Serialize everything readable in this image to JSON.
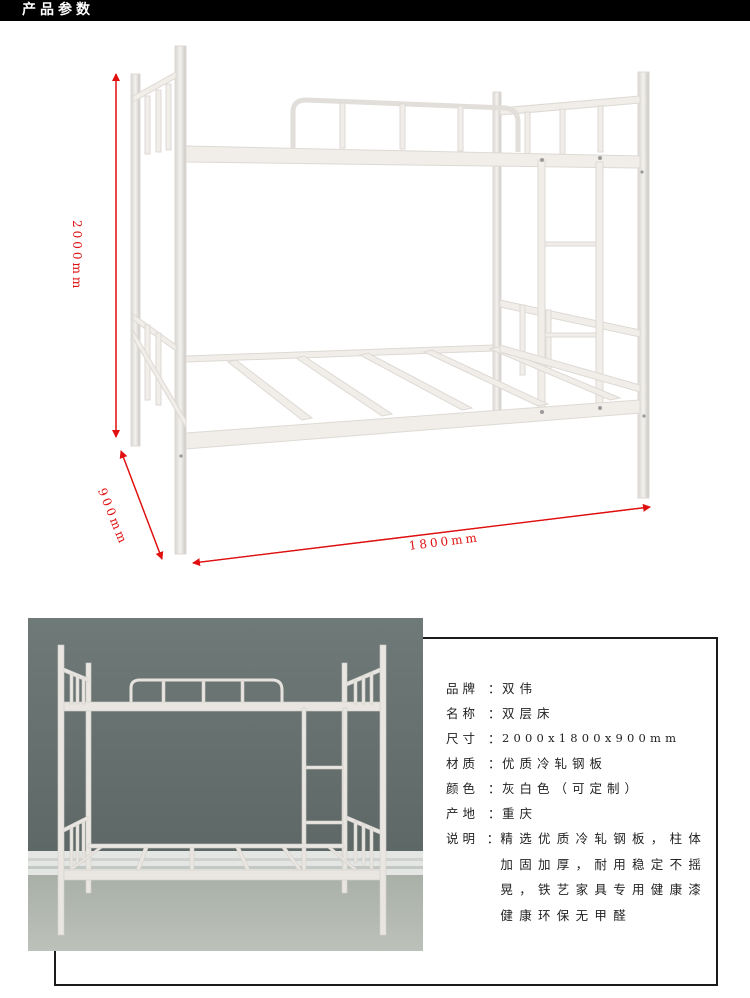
{
  "header": {
    "title": "产品参数"
  },
  "diagram": {
    "height_label": "2000mm",
    "depth_label": "900mm",
    "width_label": "1800mm",
    "arrow_color": "#e01010",
    "frame_color": "#efece8"
  },
  "photo": {
    "alt": "灰白色双层床实物图",
    "wall_color": "#6b7775",
    "floor_color": "#b4bab2"
  },
  "specs": [
    {
      "label": "品牌",
      "colon": "：",
      "value": "双伟"
    },
    {
      "label": "名称",
      "colon": "：",
      "value": "双层床"
    },
    {
      "label": "尺寸",
      "colon": "：",
      "value": "2000x1800x900mm"
    },
    {
      "label": "材质",
      "colon": "：",
      "value": "优质冷轧钢板"
    },
    {
      "label": "颜色",
      "colon": "：",
      "value": "灰白色（可定制）"
    },
    {
      "label": "产地",
      "colon": "：",
      "value": "重庆"
    },
    {
      "label": "说明",
      "colon": "：",
      "value": "精选优质冷轧钢板，柱体加固加厚，耐用稳定不摇晃，铁艺家具专用健康漆健康环保无甲醛"
    }
  ]
}
